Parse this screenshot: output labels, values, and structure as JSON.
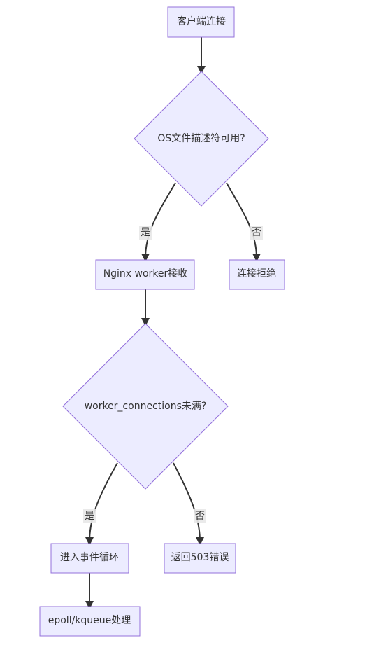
{
  "nodes": {
    "client_connect": "客户端连接",
    "os_fd_check": "OS文件描述符可用?",
    "nginx_accept": "Nginx worker接收",
    "reject": "连接拒绝",
    "wc_check": "worker_connections未满?",
    "event_loop": "进入事件循环",
    "return_503": "返回503错误",
    "epoll": "epoll/kqueue处理"
  },
  "edges": {
    "os_yes": "是",
    "os_no": "否",
    "wc_yes": "是",
    "wc_no": "否"
  },
  "colors": {
    "node_fill": "#ECECFF",
    "node_stroke": "#9370DB",
    "edge": "#333333",
    "text": "#333333"
  }
}
